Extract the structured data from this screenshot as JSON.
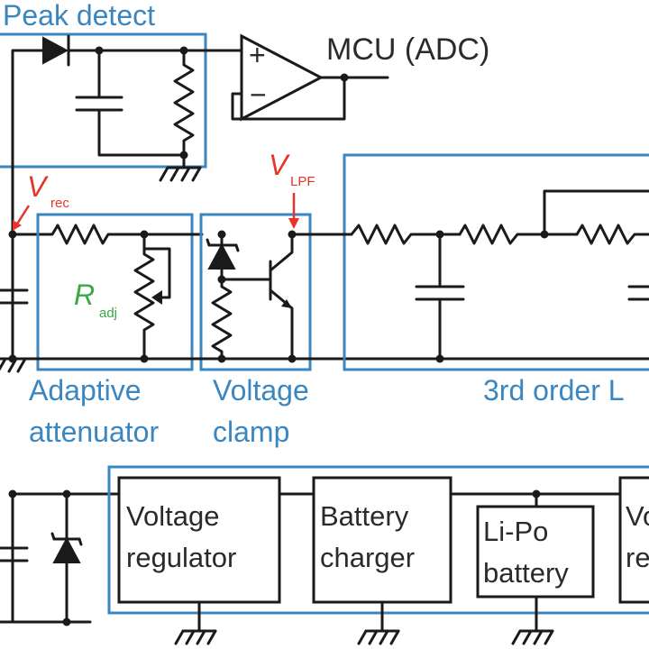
{
  "labels": {
    "peak_detect": "Peak detect",
    "mcu_adc": "MCU (ADC)",
    "v_rec_main": "V",
    "v_rec_sub": "rec",
    "v_lpf_main": "V",
    "v_lpf_sub": "LPF",
    "r_adj_main": "R",
    "r_adj_sub": "adj",
    "adaptive_line1": "Adaptive",
    "adaptive_line2": "attenuator",
    "clamp_line1": "Voltage",
    "clamp_line2": "clamp",
    "lpf_title": "3rd order L",
    "opamp_plus": "+",
    "opamp_minus": "−"
  },
  "blocks": {
    "regulator_line1": "Voltage",
    "regulator_line2": "regulator",
    "charger_line1": "Battery",
    "charger_line2": "charger",
    "battery_line1": "Li-Po",
    "battery_line2": "battery",
    "right_line1": "Vo",
    "right_line2": "re"
  },
  "colors": {
    "box_outline": "#3a86c0",
    "label_blue": "#3a86c0",
    "annotation_red": "#e8322a",
    "annotation_green": "#3aa844",
    "wire": "#1a1a1a"
  }
}
